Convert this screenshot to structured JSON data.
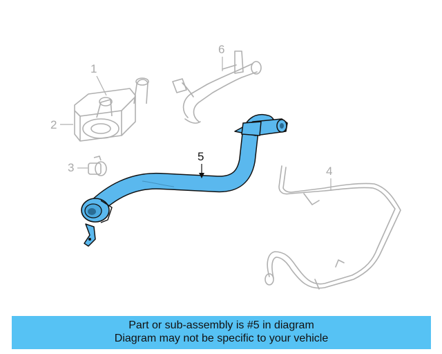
{
  "diagram": {
    "callouts": {
      "c1": "1",
      "c2": "2",
      "c3": "3",
      "c4": "4",
      "c5": "5",
      "c6": "6"
    },
    "highlight_color": "#5ab8ee",
    "part_line_color": "#b0b0b0"
  },
  "banner": {
    "line1": "Part or sub-assembly is #5 in diagram",
    "line2": "Diagram may not be specific to your vehicle",
    "background": "#56c2f4"
  }
}
